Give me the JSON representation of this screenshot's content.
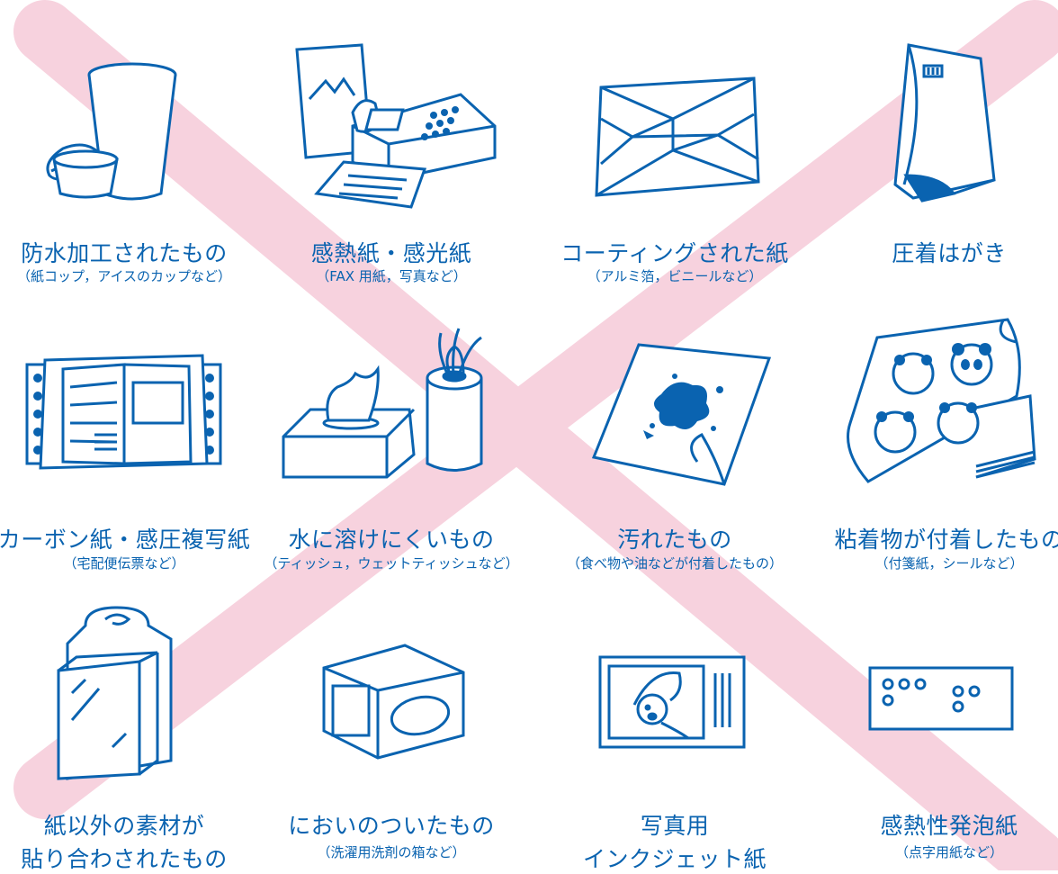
{
  "colors": {
    "ink": "#0a63b0",
    "cross": "#f7d2de",
    "paper": "#ffffff"
  },
  "items": [
    {
      "icon": "cup-icon",
      "title": "防水加工されたもの",
      "sub": "（紙コップ，アイスのカップなど）"
    },
    {
      "icon": "fax-machine-icon",
      "title": "感熱紙・感光紙",
      "sub": "（FAX 用紙，写真など）"
    },
    {
      "icon": "foil-wrap-icon",
      "title": "コーティングされた紙",
      "sub": "（アルミ箔，ビニールなど）"
    },
    {
      "icon": "pressure-postcard-icon",
      "title": "圧着はがき",
      "sub": ""
    },
    {
      "icon": "carbon-form-icon",
      "title": "カーボン紙・感圧複写紙",
      "sub": "（宅配便伝票など）"
    },
    {
      "icon": "tissue-icon",
      "title": "水に溶けにくいもの",
      "sub": "（ティッシュ，ウェットティッシュなど）"
    },
    {
      "icon": "stained-paper-icon",
      "title": "汚れたもの",
      "sub": "（食べ物や油などが付着したもの）"
    },
    {
      "icon": "sticker-sheet-icon",
      "title": "粘着物が付着したもの",
      "sub": "（付箋紙，シールなど）"
    },
    {
      "icon": "blister-pack-icon",
      "title": "紙以外の素材が",
      "title2": "貼り合わされたもの",
      "sub": ""
    },
    {
      "icon": "scented-box-icon",
      "title": "においのついたもの",
      "sub": "（洗濯用洗剤の箱など）"
    },
    {
      "icon": "photo-print-icon",
      "title": "写真用",
      "title2": "インクジェット紙",
      "sub": ""
    },
    {
      "icon": "braille-paper-icon",
      "title": "感熱性発泡紙",
      "sub": "（点字用紙など）"
    }
  ]
}
